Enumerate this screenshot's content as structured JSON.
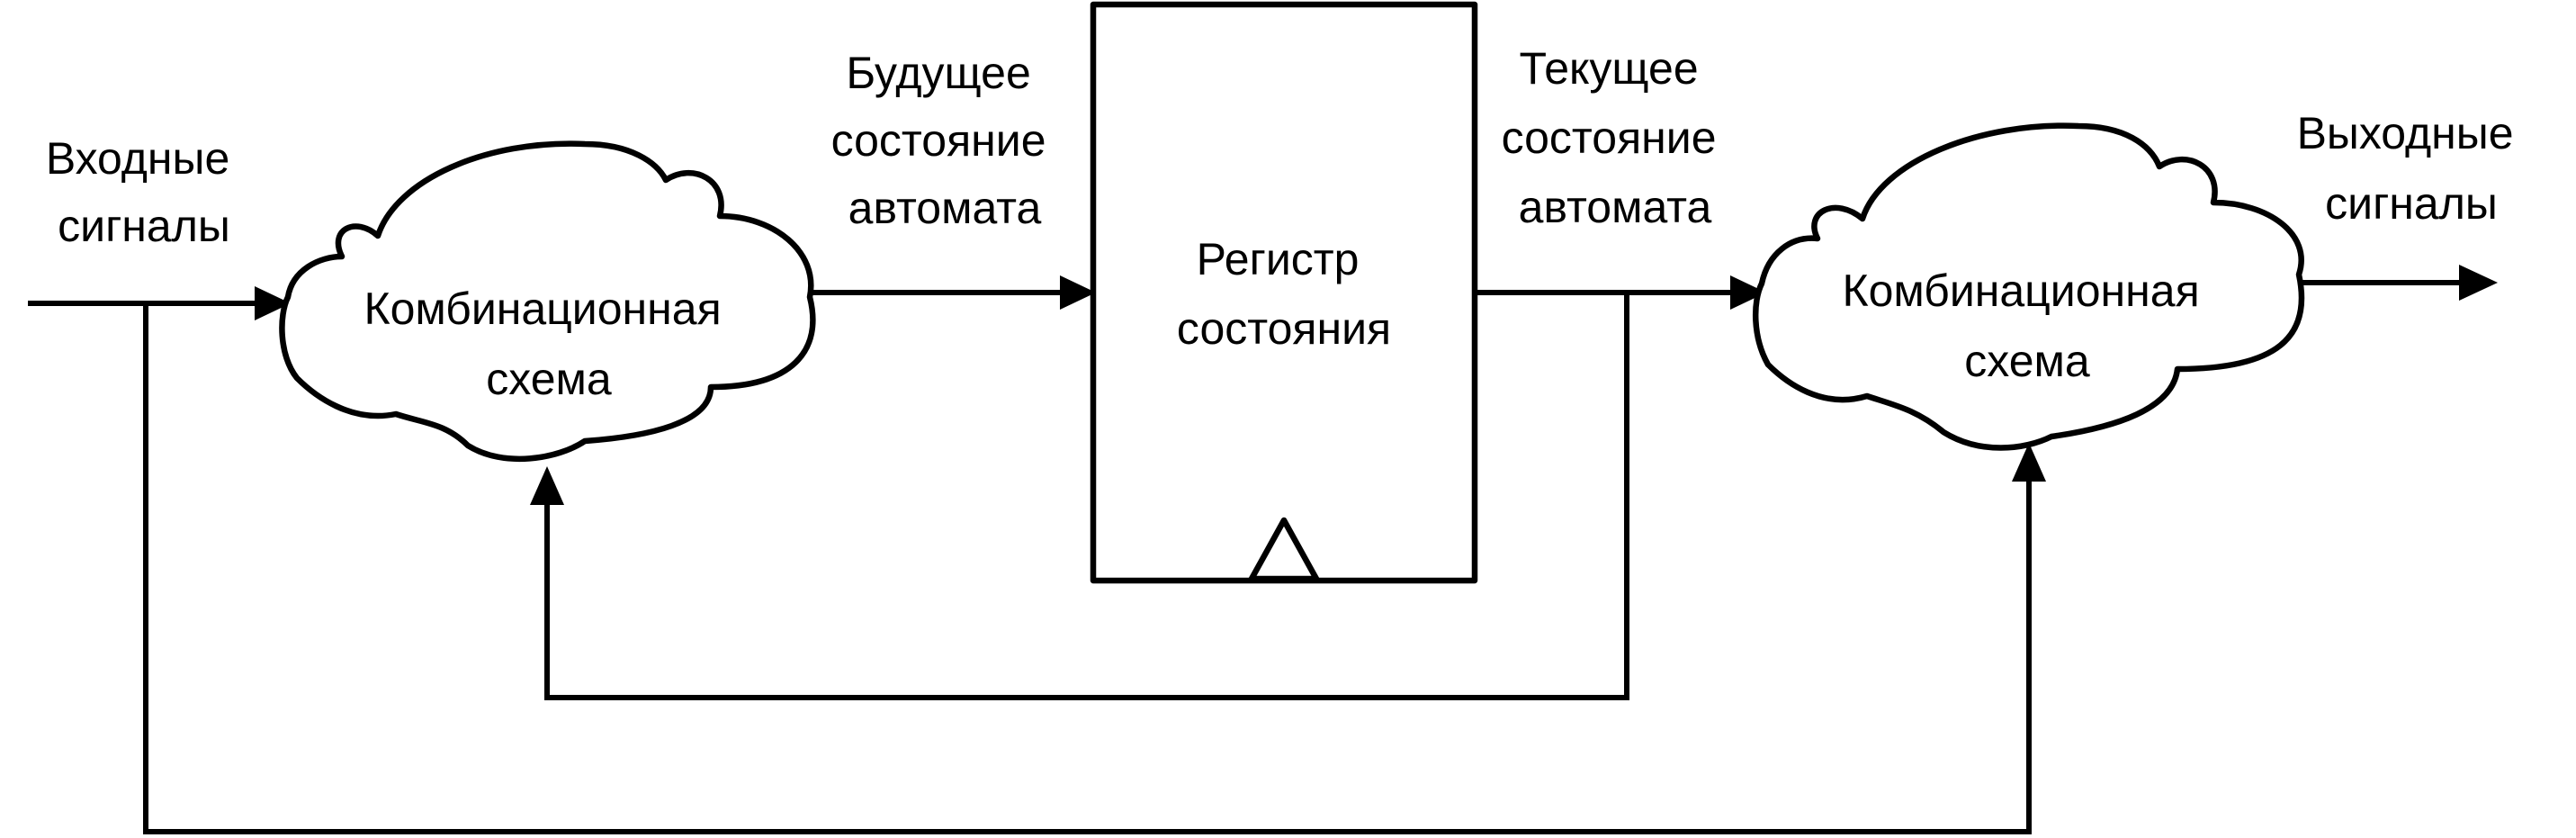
{
  "labels": {
    "input_signals": [
      "Входные",
      "сигналы"
    ],
    "next_state": [
      "Будущее",
      "состояние",
      "автомата"
    ],
    "current_state": [
      "Текущее",
      "состояние",
      "автомата"
    ],
    "output_signals": [
      "Выходные",
      "сигналы"
    ]
  },
  "blocks": {
    "logic_left": [
      "Комбинационная",
      "схема"
    ],
    "register": [
      "Регистр",
      "состояния"
    ],
    "logic_right": [
      "Комбинационная",
      "схема"
    ]
  },
  "colors": {
    "stroke": "#000000",
    "background": "#ffffff"
  }
}
